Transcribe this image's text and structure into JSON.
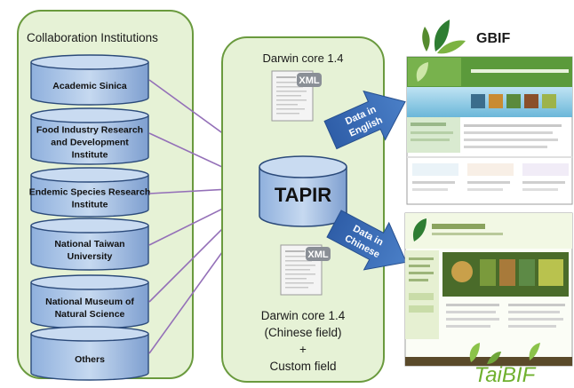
{
  "collab": {
    "title": "Collaboration Institutions",
    "institutions": [
      [
        "Academic Sinica"
      ],
      [
        "Food Industry Research",
        "and Development",
        "Institute"
      ],
      [
        "Endemic Species Research",
        "Institute"
      ],
      [
        "National Taiwan",
        "University"
      ],
      [
        "National Museum of",
        "Natural Science"
      ],
      [
        "Others"
      ]
    ]
  },
  "center": {
    "top_label": "Darwin core 1.4",
    "xml_badge": "XML",
    "hub": "TAPIR",
    "bottom_lines": [
      "Darwin core 1.4",
      "(Chinese field)",
      "+",
      "Custom field"
    ]
  },
  "outputs": {
    "english_arrow": [
      "Data in",
      "English"
    ],
    "chinese_arrow": [
      "Data in",
      "Chinese"
    ],
    "gbif_logo": "GBIF",
    "taibif_logo": "TaiBIF"
  },
  "colors": {
    "panel_fill": "#e6f2d6",
    "panel_stroke": "#6a9a3e",
    "cyl_fill": "#a9c4e6",
    "cyl_stroke": "#2b4a7a",
    "arrow_purple": "#9470b8",
    "arrow_blue": "#3a6cb5"
  }
}
